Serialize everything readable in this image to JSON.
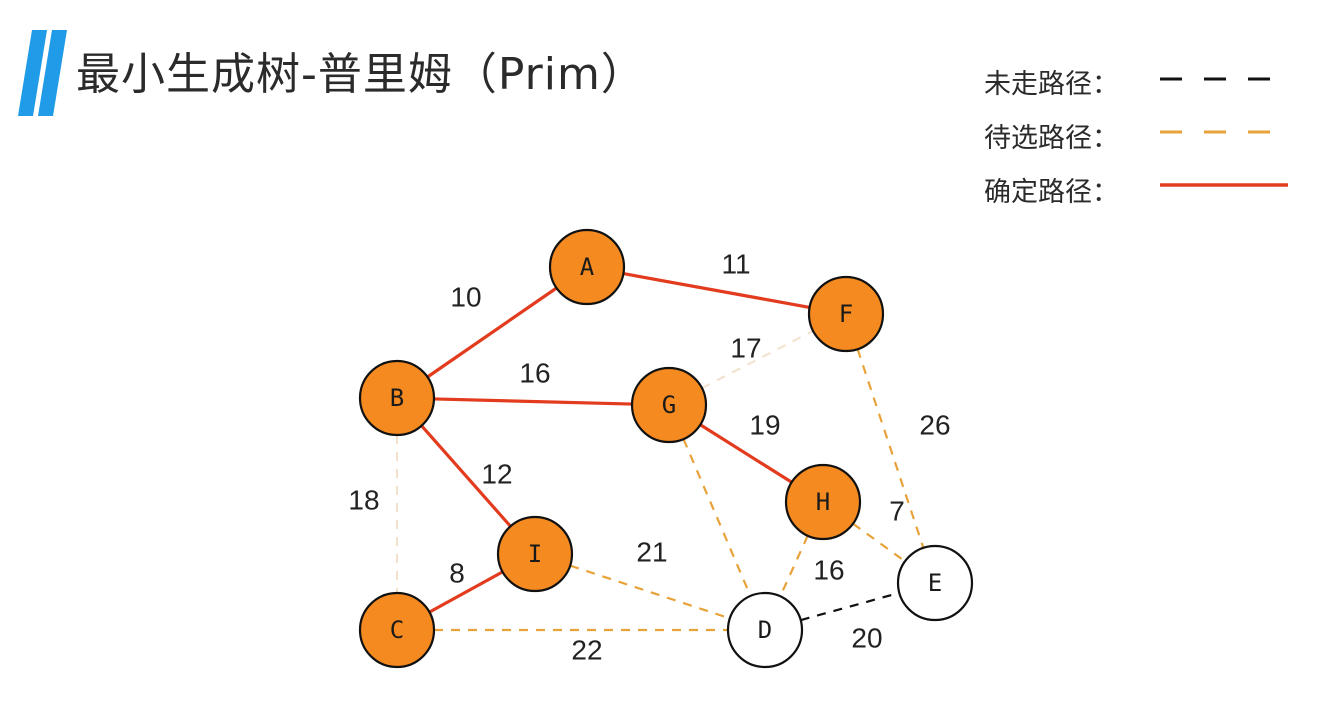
{
  "title": "最小生成树-普里姆（Prim）",
  "legend": [
    {
      "label": "未走路径：",
      "style": "unvisited",
      "color": "#111111"
    },
    {
      "label": "待选路径：",
      "style": "candidate",
      "color": "#e8a23a"
    },
    {
      "label": "确定路径：",
      "style": "confirmed",
      "color": "#e23b1e"
    }
  ],
  "colors": {
    "accent": "#1f9be8",
    "visited_fill": "#f58a20",
    "unvisited_fill": "#ffffff",
    "node_stroke": "#111111",
    "faint_edge": "#f3e1cc"
  },
  "graph": {
    "nodes": [
      {
        "id": "A",
        "visited": true
      },
      {
        "id": "F",
        "visited": true
      },
      {
        "id": "B",
        "visited": true
      },
      {
        "id": "G",
        "visited": true
      },
      {
        "id": "H",
        "visited": true
      },
      {
        "id": "I",
        "visited": true
      },
      {
        "id": "C",
        "visited": true
      },
      {
        "id": "D",
        "visited": false
      },
      {
        "id": "E",
        "visited": false
      }
    ],
    "edges": [
      {
        "from": "B",
        "to": "A",
        "weight": "10",
        "state": "confirmed"
      },
      {
        "from": "A",
        "to": "F",
        "weight": "11",
        "state": "confirmed"
      },
      {
        "from": "B",
        "to": "G",
        "weight": "16",
        "state": "confirmed"
      },
      {
        "from": "G",
        "to": "F",
        "weight": "17",
        "state": "faint"
      },
      {
        "from": "G",
        "to": "H",
        "weight": "19",
        "state": "confirmed"
      },
      {
        "from": "F",
        "to": "E",
        "weight": "26",
        "state": "candidate"
      },
      {
        "from": "B",
        "to": "I",
        "weight": "12",
        "state": "confirmed"
      },
      {
        "from": "B",
        "to": "C",
        "weight": "18",
        "state": "faint"
      },
      {
        "from": "H",
        "to": "E",
        "weight": "7",
        "state": "candidate"
      },
      {
        "from": "I",
        "to": "C",
        "weight": "8",
        "state": "confirmed"
      },
      {
        "from": "I",
        "to": "D",
        "weight": "21",
        "state": "candidate"
      },
      {
        "from": "H",
        "to": "D",
        "weight": "16",
        "state": "candidate"
      },
      {
        "from": "G",
        "to": "D",
        "weight": "",
        "state": "candidate"
      },
      {
        "from": "C",
        "to": "D",
        "weight": "22",
        "state": "candidate"
      },
      {
        "from": "D",
        "to": "E",
        "weight": "20",
        "state": "unvisited"
      }
    ]
  }
}
